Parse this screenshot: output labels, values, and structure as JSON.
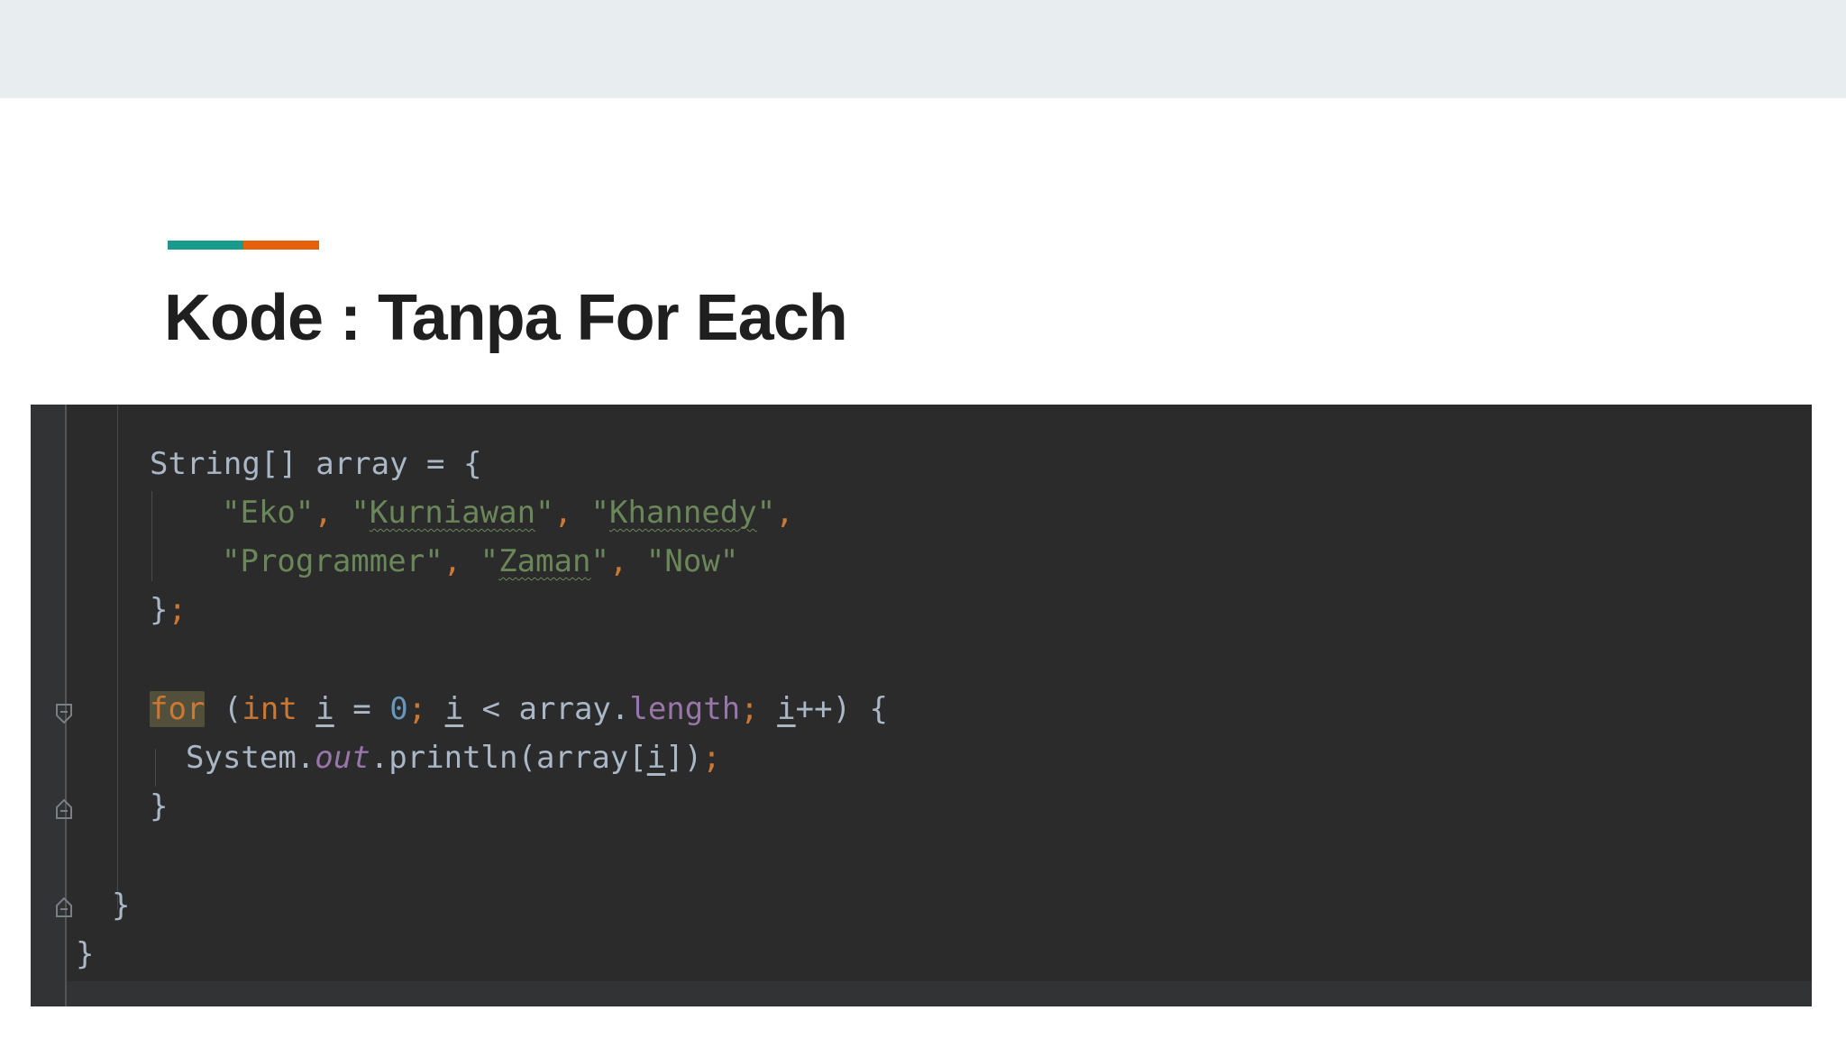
{
  "slide": {
    "title": "Kode : Tanpa For Each",
    "colors": {
      "top_band": "#e8eeef",
      "accent_teal": "#189a8d",
      "accent_orange": "#e4600b",
      "code_background": "#2b2b2b"
    }
  },
  "code": {
    "l1": {
      "decl": "String[] array = {"
    },
    "l2": {
      "q1": "\"",
      "s1": "Eko",
      "q2": "\"",
      "c1": ", ",
      "q3": "\"",
      "s2": "Kurniawan",
      "q4": "\"",
      "c2": ", ",
      "q5": "\"",
      "s3": "Khannedy",
      "q6": "\"",
      "c3": ","
    },
    "l3": {
      "q1": "\"",
      "s1": "Programmer",
      "q2": "\"",
      "c1": ", ",
      "q3": "\"",
      "s2": "Zaman",
      "q4": "\"",
      "c2": ", ",
      "q5": "\"",
      "s3": "Now",
      "q6": "\""
    },
    "l4": {
      "brace": "}",
      "semi": ";"
    },
    "l5": {
      "kw_for": "for",
      "paren": " (",
      "kw_int": "int",
      "sp1": " ",
      "var1": "i",
      "eq": " = ",
      "zero": "0",
      "semi1": ";",
      "sp2": " ",
      "var2": "i",
      "lt": " < array.",
      "length": "length",
      "semi2": ";",
      "sp3": " ",
      "var3": "i",
      "tail": "++) {"
    },
    "l6": {
      "sys": "System.",
      "out": "out",
      "call": ".println(array[",
      "var": "i",
      "close": "])",
      "semi": ";"
    },
    "l7": {
      "brace": "}"
    },
    "l8": {
      "brace": "}"
    },
    "l9": {
      "brace": "}"
    }
  }
}
